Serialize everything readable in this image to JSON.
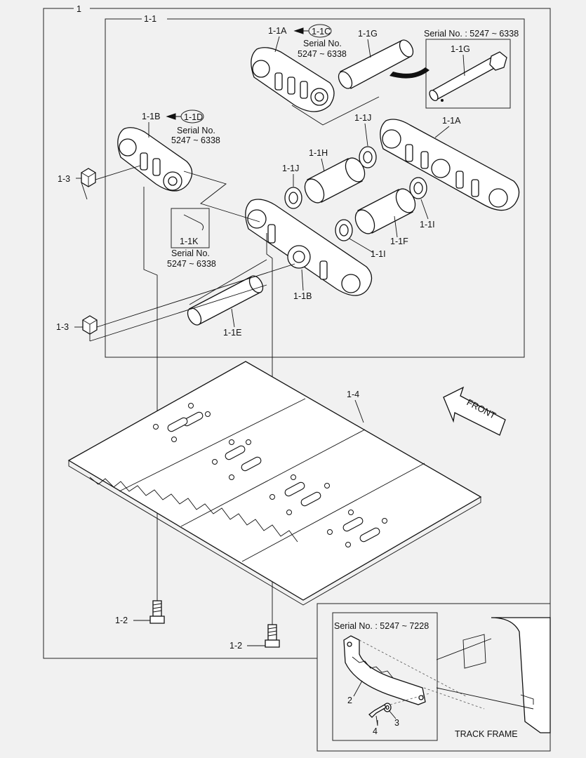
{
  "labels": {
    "main": "1",
    "link_assy": "1-1",
    "link_1a_top": "1-1A",
    "link_1c": "1-1C",
    "serial_no_top": "Serial No.",
    "serial_range_top": "5247 ~ 6338",
    "pin_1g": "1-1G",
    "inset_serial_1g": "Serial No. : 5247 ~ 6338",
    "pin_1g_inset": "1-1G",
    "link_1b_left": "1-1B",
    "link_1d": "1-1D",
    "serial_no_left": "Serial No.",
    "serial_range_left": "5247 ~ 6338",
    "seal_1j_right": "1-1J",
    "link_1a_right": "1-1A",
    "bushing_1h": "1-1H",
    "seal_1j_left": "1-1J",
    "nut_top": "1-3",
    "spacer_1i_right": "1-1I",
    "spacer_1i_mid": "1-1I",
    "bushing_1f": "1-1F",
    "pin_1k": "1-1K",
    "serial_no_1k": "Serial No.",
    "serial_range_1k": "5247 ~ 6338",
    "link_1b_mid": "1-1B",
    "nut_bottom": "1-3",
    "pin_1e": "1-1E",
    "shoe": "1-4",
    "front": "FRONT",
    "bolt_left": "1-2",
    "bolt_right": "1-2",
    "guard_serial": "Serial No. : 5247 ~ 7228",
    "guard": "2",
    "washer": "3",
    "bolt_guard": "4",
    "track_frame": "TRACK FRAME"
  }
}
